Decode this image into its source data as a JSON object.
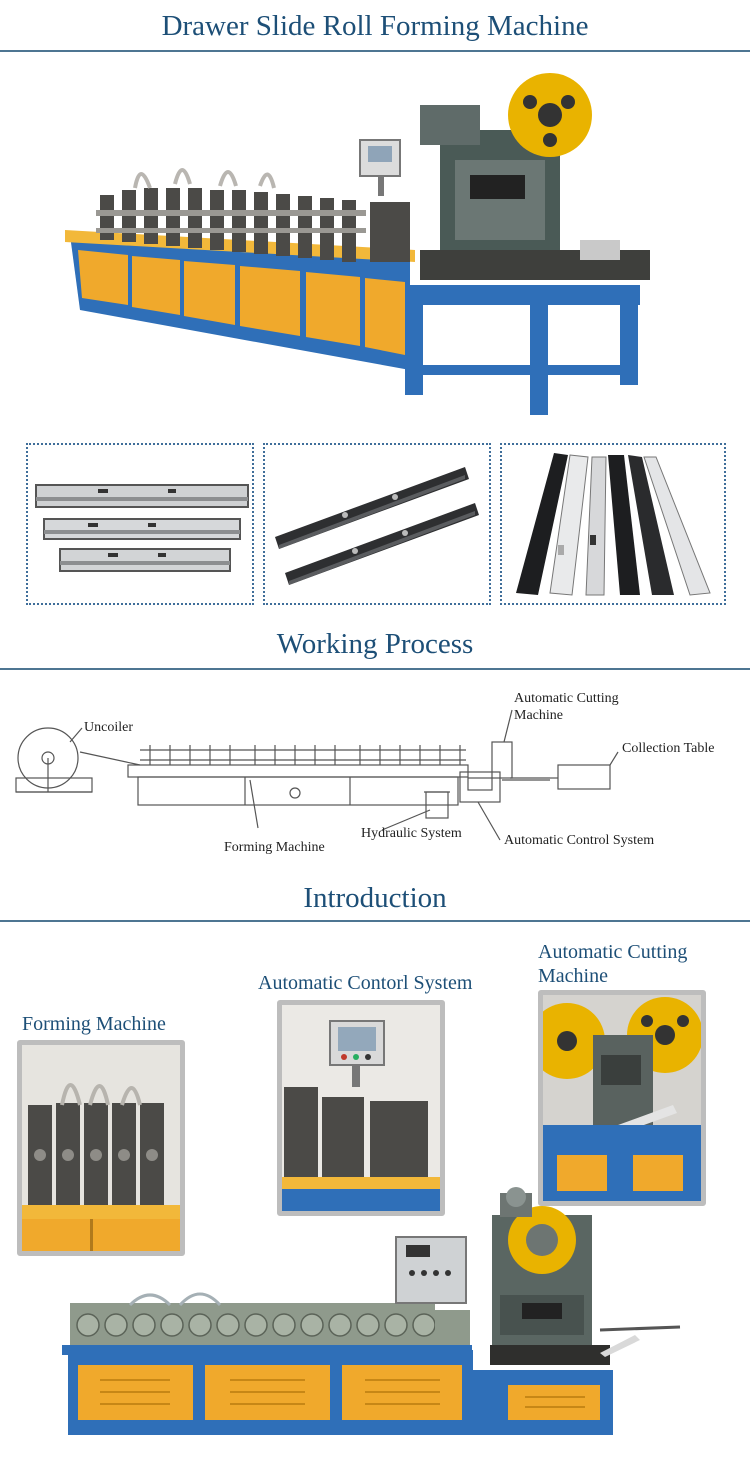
{
  "header": {
    "title": "Drawer Slide Roll Forming Machine"
  },
  "working_process": {
    "title": "Working Process",
    "labels": {
      "uncoiler": "Uncoiler",
      "cutting_line1": "Automatic Cutting",
      "cutting_line2": "Machine",
      "collection": "Collection Table",
      "hydraulic": "Hydraulic System",
      "forming": "Forming Machine",
      "control": "Automatic Control System"
    }
  },
  "introduction": {
    "title": "Introduction",
    "labels": {
      "forming": "Forming Machine",
      "control": "Automatic Contorl System",
      "cutting_line1": "Automatic Cutting",
      "cutting_line2": "Machine"
    }
  },
  "colors": {
    "title_blue": "#1d4f77",
    "machine_yellow": "#f0a92c",
    "frame_blue": "#2f6fb8",
    "steel_dark": "#4b4a47"
  }
}
